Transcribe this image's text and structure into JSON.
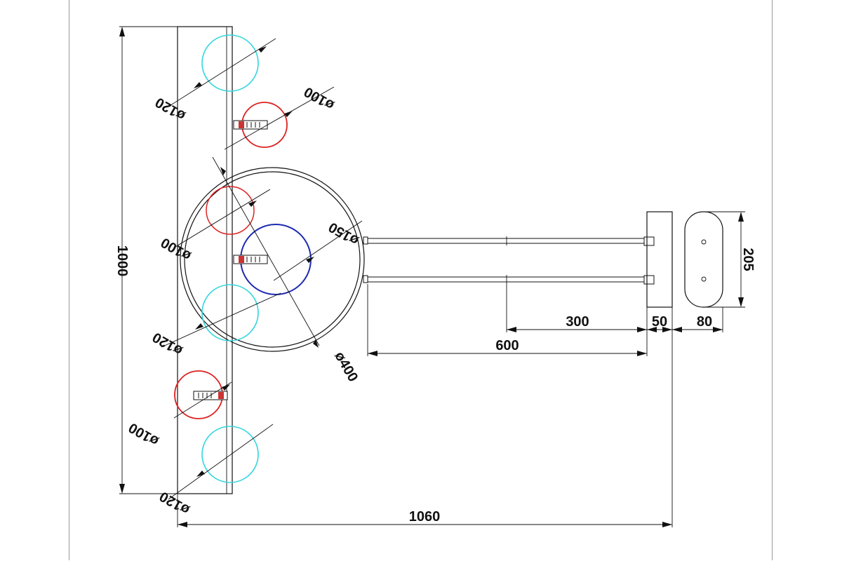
{
  "colors": {
    "cyan": "#33d6de",
    "red": "#dd2222",
    "blue": "#1e2ab0",
    "line": "#111111"
  },
  "dimensions": {
    "height_total": "1000",
    "width_total": "1060",
    "arm_length": "600",
    "arm_partial": "300",
    "plate_depth": "50",
    "base_width": "80",
    "base_height": "205",
    "main_ring": "ø400",
    "center_light": "ø150",
    "red_top": "ø100",
    "red_mid": "ø100",
    "red_bottom": "ø100",
    "cyan_top": "ø120",
    "cyan_mid": "ø120",
    "cyan_bottom": "ø120"
  }
}
